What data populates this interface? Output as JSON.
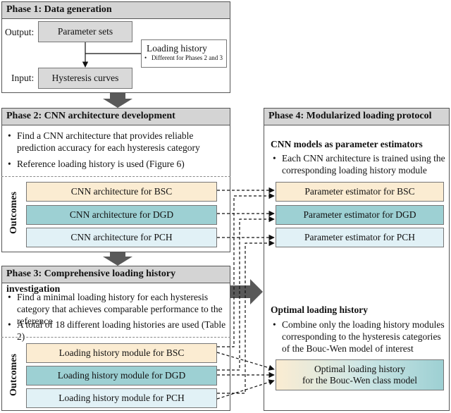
{
  "phase1": {
    "title": "Phase 1: Data generation",
    "output_label": "Output:",
    "input_label": "Input:",
    "parameter_sets": "Parameter sets",
    "loading_history": "Loading history",
    "loading_history_note": "Different for Phases 2 and 3",
    "hysteresis_curves": "Hysteresis curves"
  },
  "phase2": {
    "title": "Phase 2: CNN architecture development",
    "bullets": [
      "Find a CNN architecture that provides reliable prediction accuracy for each hysteresis category",
      "Reference loading history is used (Figure 6)"
    ],
    "outcomes_label": "Outcomes",
    "outcomes": [
      "CNN architecture for BSC",
      "CNN architecture for DGD",
      "CNN architecture for PCH"
    ]
  },
  "phase3": {
    "title": "Phase 3: Comprehensive loading history investigation",
    "bullets": [
      "Find a minimal loading history for each hysteresis category that achieves comparable performance to the reference",
      "A total of 18 different loading histories are used (Table 2)"
    ],
    "outcomes_label": "Outcomes",
    "outcomes": [
      "Loading history module for BSC",
      "Loading history module for DGD",
      "Loading history module for PCH"
    ]
  },
  "phase4": {
    "title": "Phase 4: Modularized loading protocol",
    "cnn_heading": "CNN models as parameter estimators",
    "cnn_bullet": "Each CNN architecture is trained using the corresponding loading history module",
    "estimators": [
      "Parameter estimator for BSC",
      "Parameter estimator for DGD",
      "Parameter estimator for PCH"
    ],
    "optimal_heading": "Optimal loading history",
    "optimal_bullet": "Combine only the loading history modules corresponding to the hysteresis categories of the Bouc-Wen model of interest",
    "optimal_box_line1": "Optimal loading history",
    "optimal_box_line2": "for the Bouc-Wen class model"
  },
  "colors": {
    "header_grey": "#d4d4d4",
    "bsc_beige": "#fbecd2",
    "dgd_teal": "#9dd0d3",
    "pch_lightblue": "#e1f1f6",
    "arrow_dark": "#595959"
  }
}
